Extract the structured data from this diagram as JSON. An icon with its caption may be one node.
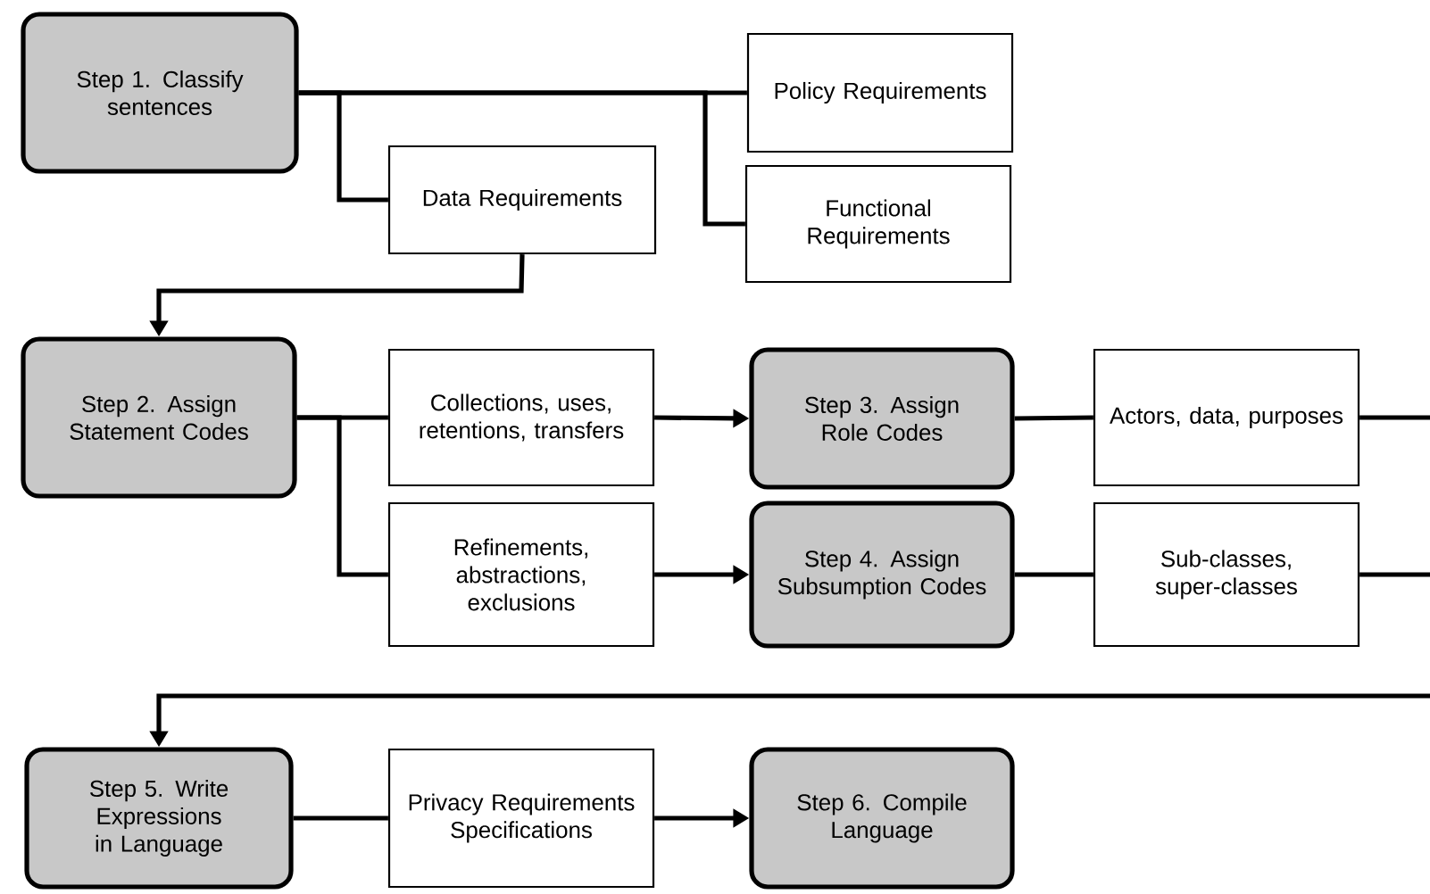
{
  "diagram": {
    "nodes": [
      {
        "text": [
          "Step 1. Classify sentences"
        ]
      },
      {
        "text": [
          "Policy Requirements"
        ]
      },
      {
        "text": [
          "Data Requirements"
        ]
      },
      {
        "text": [
          "Functional Requirements"
        ]
      },
      {
        "text": [
          "Step 2. Assign Statement Codes"
        ]
      },
      {
        "text": [
          "Collections, uses, retentions, transfers"
        ]
      },
      {
        "text": [
          "Step 3. Assign Role Codes"
        ]
      },
      {
        "text": [
          "Actors, data, purposes"
        ]
      },
      {
        "text": [
          "Refinements, abstractions, exclusions"
        ]
      },
      {
        "text": [
          "Step 4. Assign Subsumption Codes"
        ]
      },
      {
        "text": [
          "Sub-classes, super-classes"
        ]
      },
      {
        "text": [
          "Step 5. Write Expressions in Language"
        ]
      },
      {
        "text": [
          "Privacy Requirements Specifications"
        ]
      },
      {
        "text": [
          "Step 6. Compile Language"
        ]
      }
    ],
    "edges": [
      {
        "from": 0,
        "to": 1,
        "arrow": "none"
      },
      {
        "from": 0,
        "to": 2,
        "arrow": "none"
      },
      {
        "from": 0,
        "to": 3,
        "arrow": "none"
      },
      {
        "from": 2,
        "to": 4,
        "arrow": "to"
      },
      {
        "from": 4,
        "to": 5,
        "arrow": "none"
      },
      {
        "from": 4,
        "to": 8,
        "arrow": "none"
      },
      {
        "from": 5,
        "to": 6,
        "arrow": "to"
      },
      {
        "from": 8,
        "to": 9,
        "arrow": "to"
      },
      {
        "from": 6,
        "to": 7,
        "arrow": "none"
      },
      {
        "from": 9,
        "to": 10,
        "arrow": "none"
      },
      {
        "from": 7,
        "to": null,
        "arrow": "none"
      },
      {
        "from": 10,
        "to": null,
        "arrow": "none"
      },
      {
        "from": null,
        "to": 11,
        "arrow": "to"
      },
      {
        "from": 11,
        "to": 12,
        "arrow": "none"
      },
      {
        "from": 12,
        "to": 13,
        "arrow": "to"
      }
    ]
  }
}
